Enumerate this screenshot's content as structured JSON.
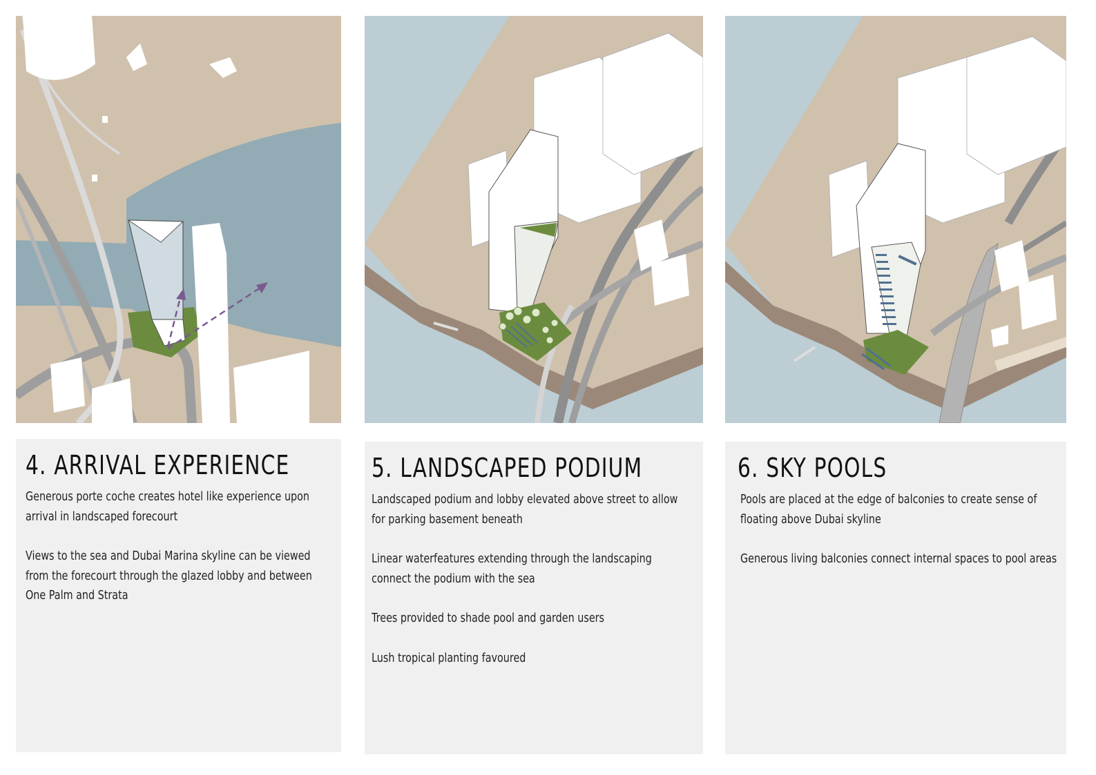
{
  "colors": {
    "ground": "#d0c1ad",
    "water": "#93abb4",
    "water_light": "#bccdd3",
    "green": "#6b8c3e",
    "road": "#a9a9a9",
    "building": "#ffffff",
    "panel_bg": "#f0f0f0",
    "arrow": "#7a5a92",
    "pool": "#51708f"
  },
  "panels": [
    {
      "title": "4. ARRIVAL EXPERIENCE",
      "paragraphs": [
        "Generous porte coche creates hotel like experience upon arrival in landscaped forecourt",
        "Views to the sea and Dubai Marina skyline can be viewed from the forecourt through the glazed lobby and between One Palm and Strata"
      ]
    },
    {
      "title": "5. LANDSCAPED PODIUM",
      "paragraphs": [
        "Landscaped podium and lobby elevated above street to allow for parking basement beneath",
        "Linear waterfeatures extending through the landscaping connect the podium with the sea",
        "Trees provided to shade pool and garden users",
        "Lush tropical planting favoured"
      ]
    },
    {
      "title": "6. SKY POOLS",
      "paragraphs": [
        "Pools are placed at the edge of balconies to create sense of floating above Dubai skyline",
        "Generous living balconies connect internal spaces to pool areas"
      ]
    }
  ]
}
